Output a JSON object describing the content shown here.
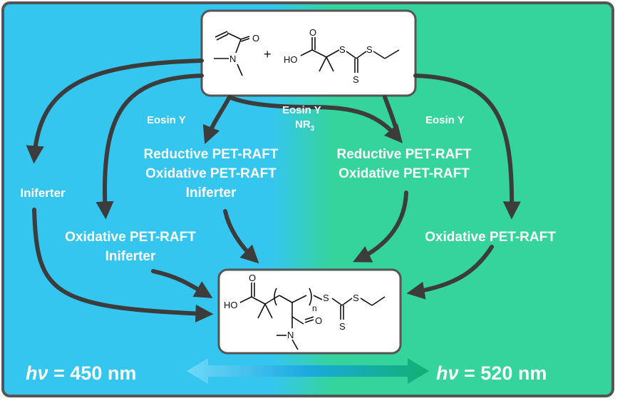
{
  "colors": {
    "left_bg": "#35c6f0",
    "right_bg": "#35d49c",
    "frame": "#555555",
    "arrow": "#3c3c3c",
    "label_text": "#ffffff"
  },
  "reagents": {
    "plus": "+",
    "carboxyl_label": "HO",
    "oxygen": "O",
    "nitrogen": "N",
    "sulfur": "S"
  },
  "product": {
    "carboxyl_label": "HO",
    "oxygen": "O",
    "nitrogen": "N",
    "sulfur": "S",
    "repeat_index": "n"
  },
  "labels": {
    "eosin_left": "Eosin Y",
    "eosin_center_1": "Eosin Y",
    "eosin_center_2": "NR",
    "eosin_center_sub": "3",
    "eosin_right": "Eosin Y",
    "center_left_1": "Reductive PET-RAFT",
    "center_left_2": "Oxidative PET-RAFT",
    "center_left_3": "Iniferter",
    "center_right_1": "Reductive PET-RAFT",
    "center_right_2": "Oxidative PET-RAFT",
    "iniferter_far_left": "Iniferter",
    "lower_left_1": "Oxidative PET-RAFT",
    "lower_left_2": "Iniferter",
    "lower_right": "Oxidative PET-RAFT"
  },
  "wavelength": {
    "left_hv": "hν",
    "left_value": " = 450 nm",
    "right_hv": "hν",
    "right_value": " = 520 nm"
  },
  "icons": [
    "arrow-icon",
    "double-headed-arrow-icon"
  ]
}
